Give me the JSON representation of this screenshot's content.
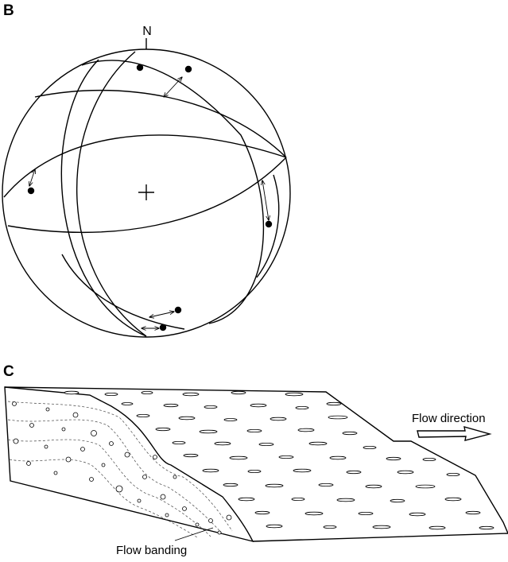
{
  "panels": {
    "b": {
      "label": "B",
      "north_label": "N"
    },
    "c": {
      "label": "C",
      "flow_direction_label": "Flow direction",
      "flow_banding_label": "Flow banding"
    }
  }
}
